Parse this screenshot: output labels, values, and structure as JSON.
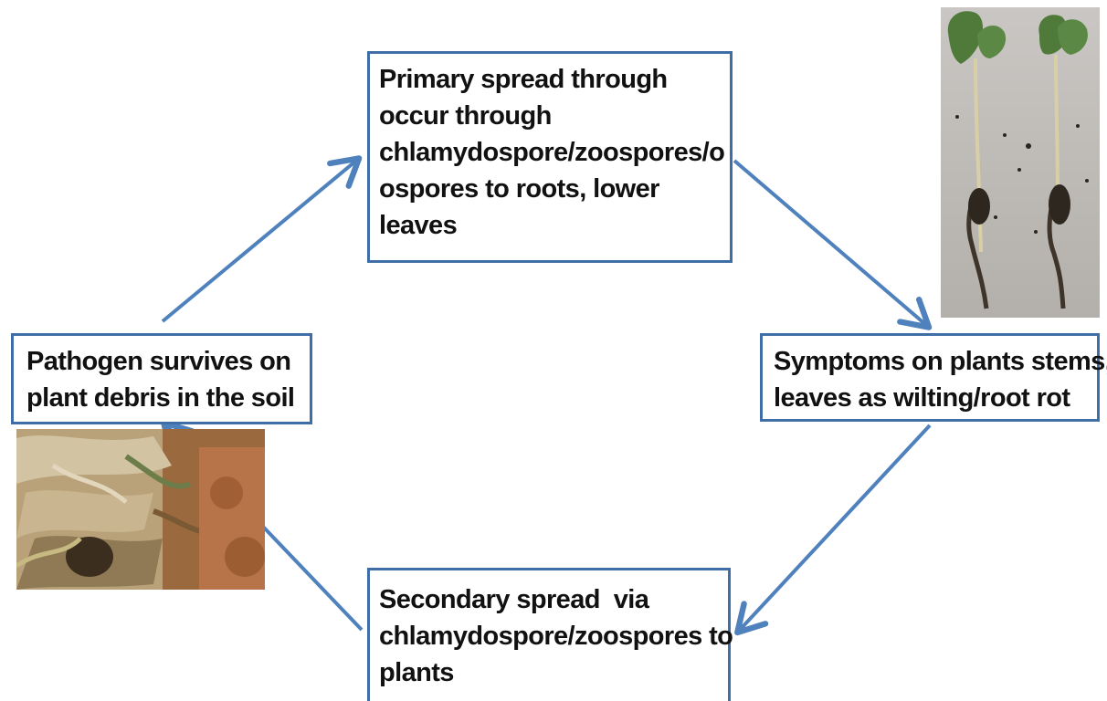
{
  "diagram": {
    "boxes": {
      "primary": {
        "lines": [
          "Primary spread through",
          "occur through",
          "chlamydospore/zoospores/o",
          "ospores to roots, lower",
          "leaves"
        ]
      },
      "symptoms": {
        "lines": [
          "Symptoms on plants stems,",
          "leaves as wilting/root rot"
        ]
      },
      "pathogen": {
        "lines": [
          "Pathogen survives on",
          "plant debris in the soil"
        ]
      },
      "secondary": {
        "lines": [
          "Secondary spread  via",
          "chlamydospore/zoospores to",
          "plants"
        ]
      }
    },
    "images": {
      "seedlings": "photo of two wilting seedlings with roots",
      "debris": "photo of dry plant debris on soil"
    },
    "colors": {
      "border": "#3f6ea6",
      "arrow": "#4f81bd",
      "text": "#111111"
    }
  }
}
